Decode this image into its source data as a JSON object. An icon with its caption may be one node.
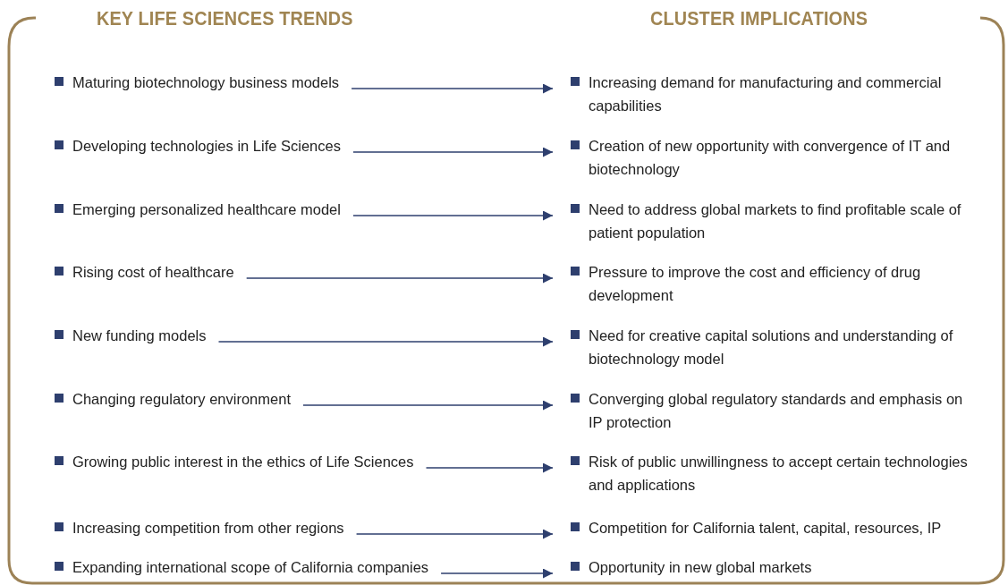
{
  "diagram": {
    "nodes": [
      {
        "text": [
          "Maturing biotechnology business models"
        ]
      },
      {
        "text": [
          "Increasing demand for manufacturing and commercial capabilities"
        ]
      },
      {
        "text": [
          "Developing technologies in Life Sciences"
        ]
      },
      {
        "text": [
          "Creation of new opportunity with convergence of IT and biotechnology"
        ]
      },
      {
        "text": [
          "Emerging personalized healthcare model"
        ]
      },
      {
        "text": [
          "Need to address global markets to find profitable scale of patient population"
        ]
      },
      {
        "text": [
          "Rising cost of healthcare"
        ]
      },
      {
        "text": [
          "Pressure to improve the cost and efficiency of drug development"
        ]
      },
      {
        "text": [
          "New funding models"
        ]
      },
      {
        "text": [
          "Need for creative capital solutions and understanding of biotechnology model"
        ]
      },
      {
        "text": [
          "Changing regulatory environment"
        ]
      },
      {
        "text": [
          "Converging global regulatory standards and emphasis on IP protection"
        ]
      },
      {
        "text": [
          "Growing public interest in the ethics of Life Sciences"
        ]
      },
      {
        "text": [
          "Risk of public unwillingness to accept certain technologies and applications"
        ]
      },
      {
        "text": [
          "Increasing competition from other regions"
        ]
      },
      {
        "text": [
          "Competition for California talent, capital, resources, IP"
        ]
      },
      {
        "text": [
          "Expanding international scope of California companies"
        ]
      },
      {
        "text": [
          "Opportunity in new global markets"
        ]
      }
    ],
    "edges": [
      {
        "from": 0,
        "to": 1,
        "arrow": "to"
      },
      {
        "from": 2,
        "to": 3,
        "arrow": "to"
      },
      {
        "from": 4,
        "to": 5,
        "arrow": "to"
      },
      {
        "from": 6,
        "to": 7,
        "arrow": "to"
      },
      {
        "from": 8,
        "to": 9,
        "arrow": "to"
      },
      {
        "from": 10,
        "to": 11,
        "arrow": "to"
      },
      {
        "from": 12,
        "to": 13,
        "arrow": "to"
      },
      {
        "from": 14,
        "to": 15,
        "arrow": "to"
      },
      {
        "from": 16,
        "to": 17,
        "arrow": "to"
      }
    ],
    "labels": [
      "KEY LIFE SCIENCES TRENDS",
      "CLUSTER IMPLICATIONS"
    ]
  }
}
